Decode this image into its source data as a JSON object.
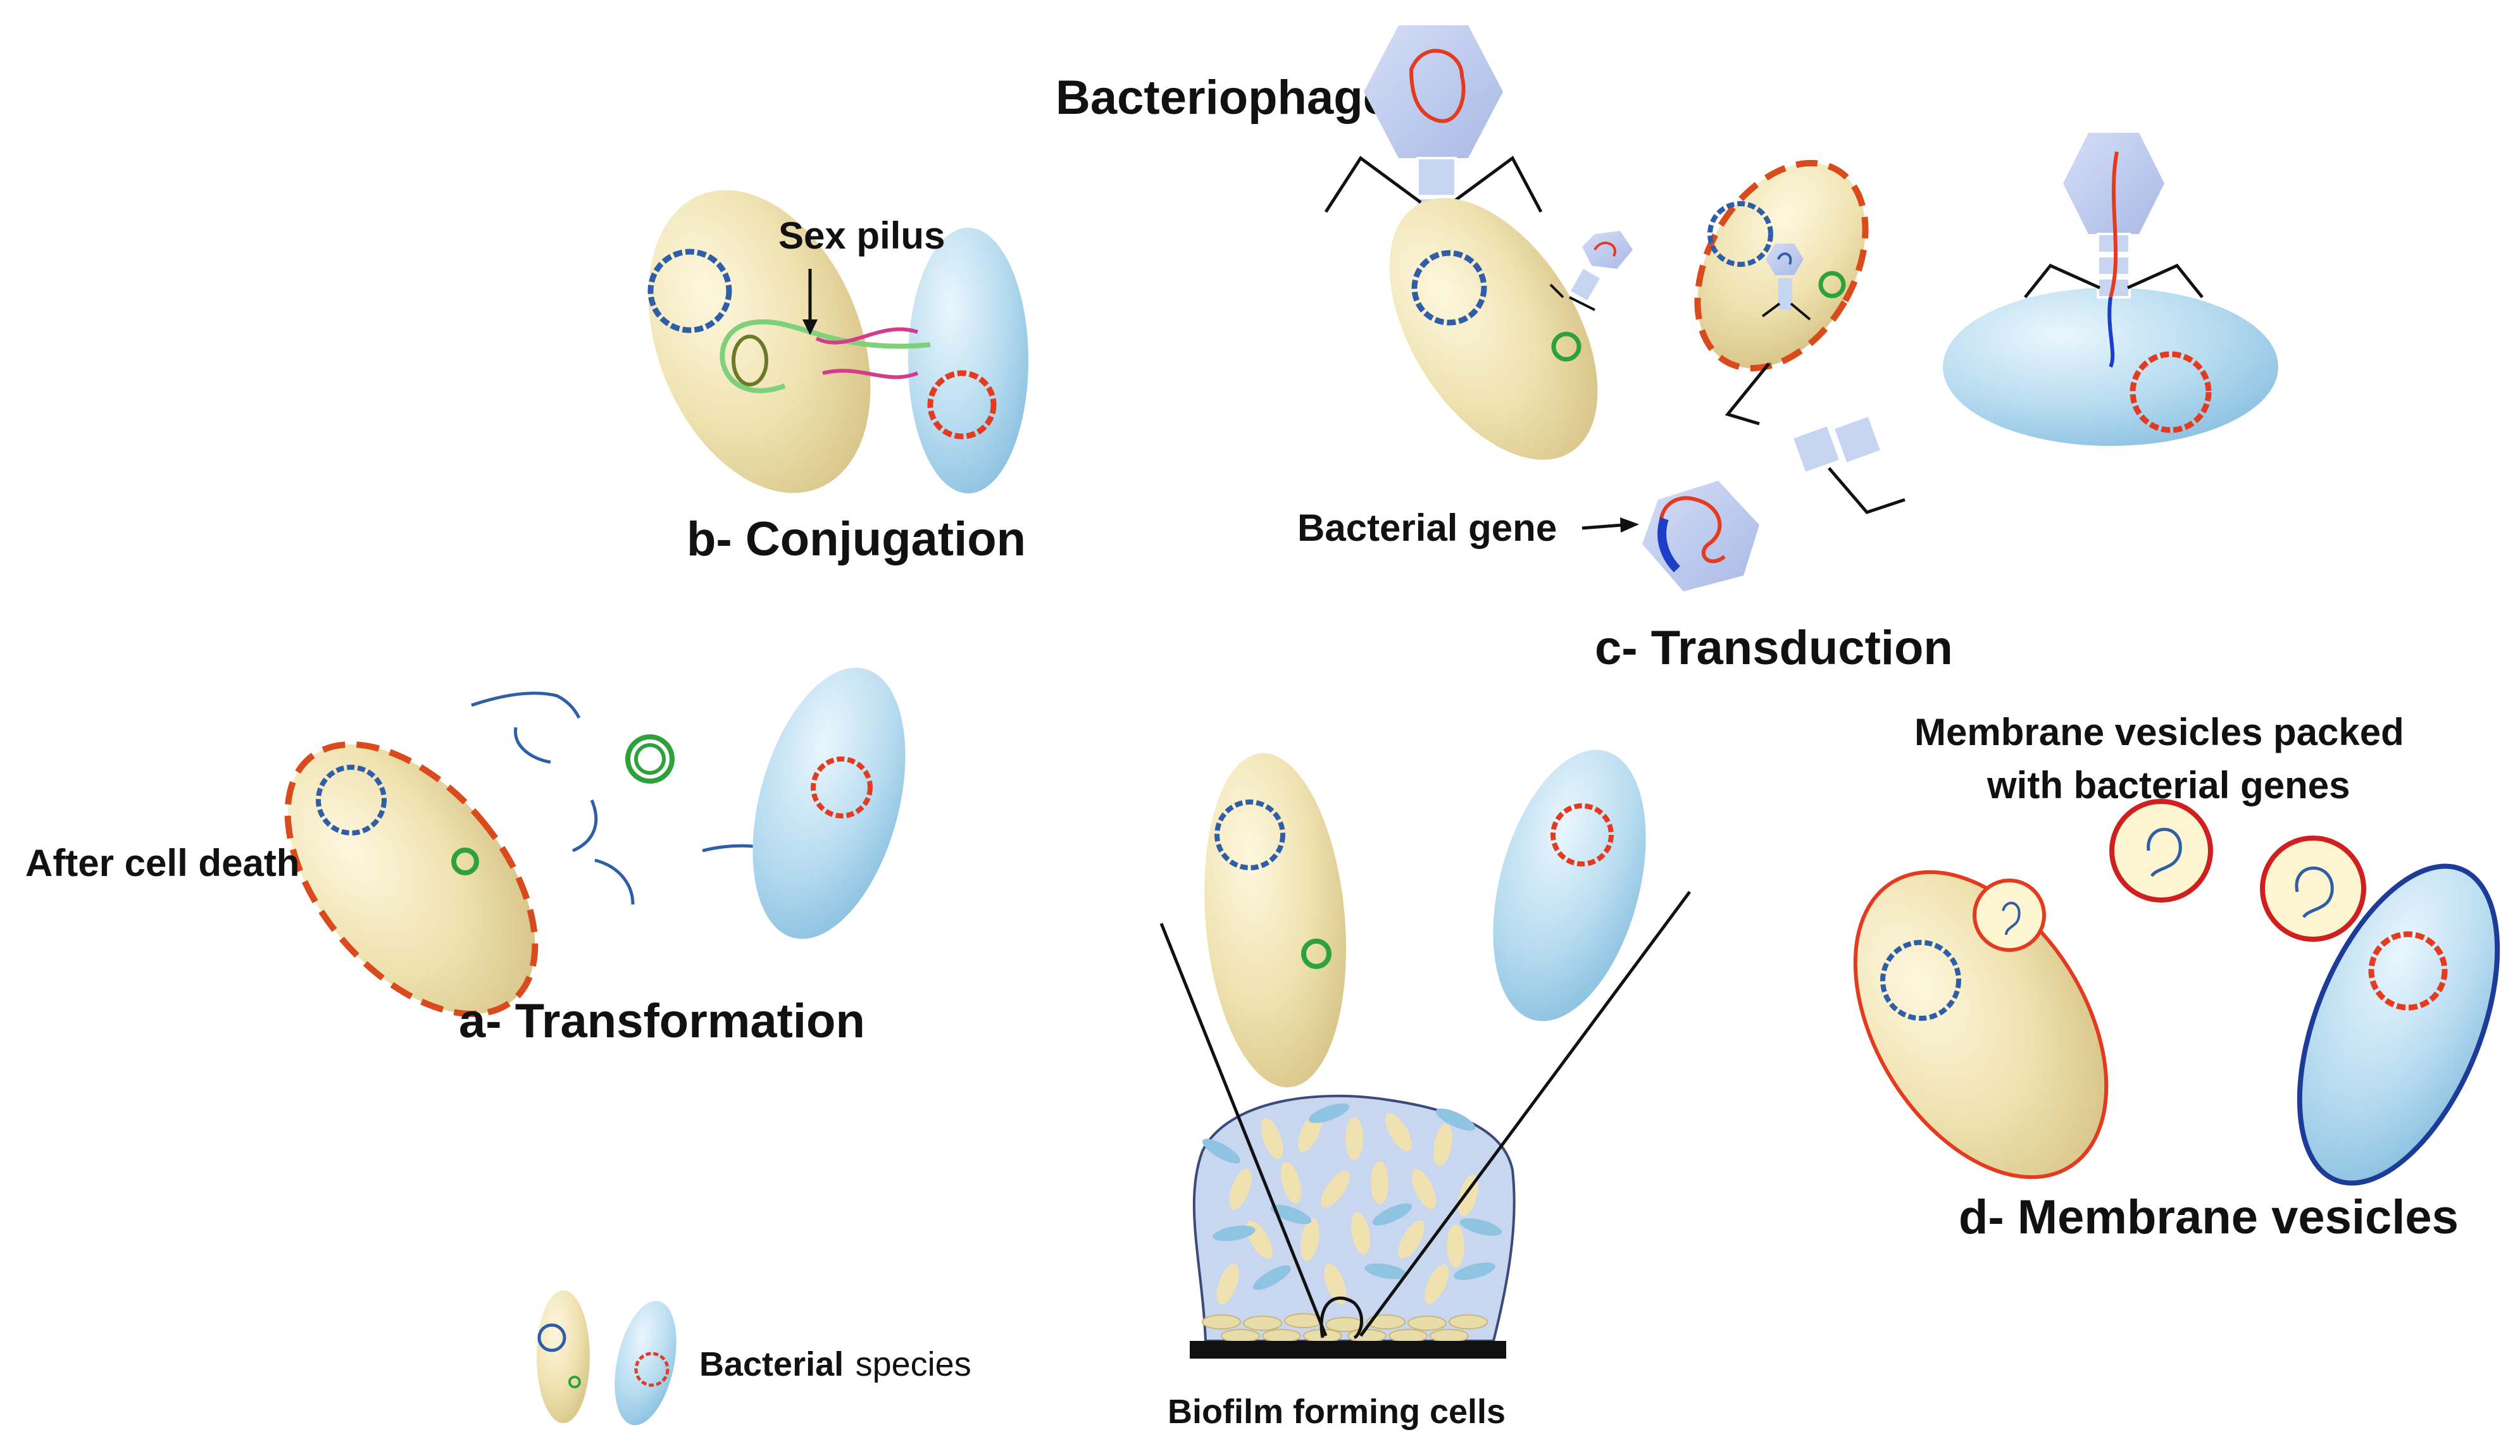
{
  "labels": {
    "bacteriophage": "Bacteriophage",
    "sex_pilus": "Sex pilus",
    "conjugation": "b- Conjugation",
    "bacterial_gene": "Bacterial gene",
    "transduction": "c- Transduction",
    "vesicles_packed_line1": "Membrane vesicles packed",
    "vesicles_packed_line2": "with bacterial genes",
    "after_cell_death": "After cell death",
    "transformation": "a- Transformation",
    "membrane_vesicles": "d- Membrane vesicles",
    "legend_bold": "Bacterial",
    "legend_normal": "species",
    "biofilm": "Biofilm forming cells"
  },
  "colors": {
    "donor_cell": "#efe2b0",
    "recipient_cell": "#b8dcf0",
    "donor_chromosome": "#2f5ea8",
    "recipient_chromosome": "#e23b20",
    "plasmid": "#2ea23a",
    "pilus": "#d23c8a",
    "lysed_membrane": "#d94a1c",
    "phage": "#b9c7ec",
    "biofilm_matrix": "#c9d6f0",
    "substrate": "#111111"
  },
  "icons": [
    "bacterium-donor-icon",
    "bacterium-recipient-icon",
    "bacteriophage-icon",
    "plasmid-icon",
    "membrane-vesicle-icon"
  ]
}
